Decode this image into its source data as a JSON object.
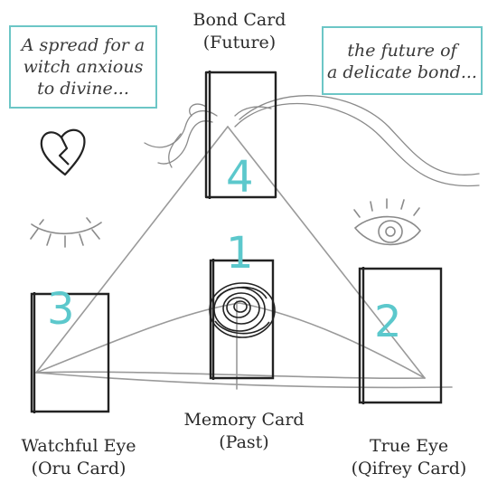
{
  "notes": {
    "left": [
      "A spread for a",
      "witch anxious",
      "to divine..."
    ],
    "right": [
      "the future of",
      "a delicate bond..."
    ]
  },
  "cards": {
    "bond": {
      "name": "Bond Card",
      "sub": "(Future)",
      "number": "4"
    },
    "memory": {
      "name": "Memory Card",
      "sub": "(Past)",
      "number": "1"
    },
    "true_eye": {
      "name": "True Eye",
      "sub": "(Qifrey Card)",
      "number": "2"
    },
    "watchful": {
      "name": "Watchful Eye",
      "sub": "(Oru Card)",
      "number": "3"
    }
  },
  "colors": {
    "ink": "#2a2a2a",
    "pencil": "#9a9a9a",
    "accent": "#5cc8cc"
  }
}
